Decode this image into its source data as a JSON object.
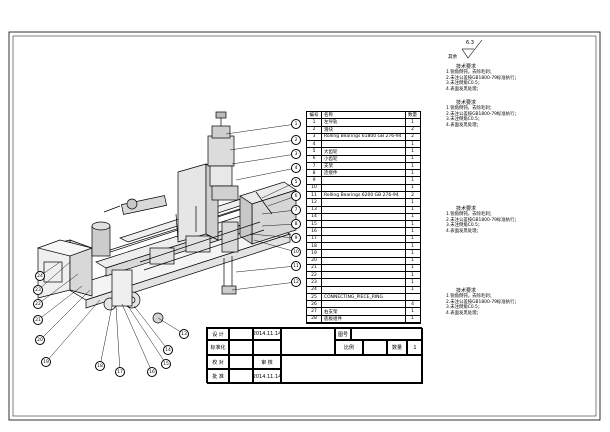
{
  "surface_finish": {
    "value": "6.3",
    "remainder_label": "其余"
  },
  "parts_list": {
    "header": {
      "no": "编号",
      "name": "名称",
      "qty": "数量"
    },
    "rows": [
      {
        "no": "1",
        "name": "左导轨",
        "qty": "1"
      },
      {
        "no": "2",
        "name": "滑块",
        "qty": "2"
      },
      {
        "no": "3",
        "name": "Rolling Bearings 61800 GB 276-94",
        "qty": "2"
      },
      {
        "no": "4",
        "name": "",
        "qty": "1"
      },
      {
        "no": "5",
        "name": "大齿轮",
        "qty": "1"
      },
      {
        "no": "6",
        "name": "小齿轮",
        "qty": "1"
      },
      {
        "no": "7",
        "name": "支架",
        "qty": "1"
      },
      {
        "no": "8",
        "name": "连接件",
        "qty": "1"
      },
      {
        "no": "9",
        "name": "",
        "qty": "1"
      },
      {
        "no": "10",
        "name": "",
        "qty": "1"
      },
      {
        "no": "11",
        "name": "Rolling Bearings 6200 GB 276-94",
        "qty": "2"
      },
      {
        "no": "12",
        "name": "",
        "qty": "1"
      },
      {
        "no": "13",
        "name": "",
        "qty": "1"
      },
      {
        "no": "14",
        "name": "",
        "qty": "1"
      },
      {
        "no": "15",
        "name": "",
        "qty": "1"
      },
      {
        "no": "16",
        "name": "",
        "qty": "1"
      },
      {
        "no": "17",
        "name": "",
        "qty": "1"
      },
      {
        "no": "18",
        "name": "",
        "qty": "1"
      },
      {
        "no": "19",
        "name": "",
        "qty": "1"
      },
      {
        "no": "20",
        "name": "",
        "qty": "1"
      },
      {
        "no": "21",
        "name": "",
        "qty": "1"
      },
      {
        "no": "22",
        "name": "",
        "qty": "1"
      },
      {
        "no": "23",
        "name": "",
        "qty": "1"
      },
      {
        "no": "24",
        "name": "",
        "qty": "1"
      },
      {
        "no": "25",
        "name": "CONNECTING_PIECE_RING",
        "qty": ""
      },
      {
        "no": "26",
        "name": "",
        "qty": "4"
      },
      {
        "no": "27",
        "name": "右支架",
        "qty": "1"
      },
      {
        "no": "28",
        "name": "底板组件",
        "qty": "1"
      }
    ]
  },
  "title_block": {
    "design_label": "设 计",
    "design_name": "",
    "design_date": "2014.11.14",
    "standard_label": "标准化",
    "check_label": "校 对",
    "review_label": "审 核",
    "approve_label": "批 准",
    "approve_name": "",
    "approve_date": "2014.11.14",
    "title": "",
    "drawing_no_label": "图号",
    "drawing_no": "",
    "scale_label": "比例",
    "qty_label": "数量",
    "qty_value": "1",
    "company": ""
  },
  "callouts": [
    "1",
    "2",
    "3",
    "4",
    "5",
    "6",
    "7",
    "8",
    "9",
    "10",
    "11",
    "12",
    "13",
    "14",
    "15",
    "16",
    "17",
    "18",
    "19",
    "20",
    "21",
    "22",
    "23",
    "24"
  ],
  "tech_notes": [
    {
      "heading": "技术要求",
      "lines": [
        "1.锐角倒钝，去除毛刺；",
        "2.未注公差按GB1800-79标准执行；",
        "3.未注倒角C0.5；",
        "4.表面发黑处理；"
      ]
    },
    {
      "heading": "技术要求",
      "lines": [
        "1.锐角倒钝，去除毛刺；",
        "2.未注公差按GB1800-79标准执行；",
        "3.未注倒角C0.5；",
        "4.表面发黑处理；"
      ]
    },
    {
      "heading": "技术要求",
      "lines": [
        "1.锐角倒钝，去除毛刺；",
        "2.未注公差按GB1800-79标准执行；",
        "3.未注倒角C0.5；",
        "4.表面发黑处理；"
      ]
    },
    {
      "heading": "技术要求",
      "lines": [
        "1.锐角倒钝，去除毛刺；",
        "2.未注公差按GB1800-79标准执行；",
        "3.未注倒角C0.5；",
        "4.表面发黑处理；"
      ]
    }
  ]
}
